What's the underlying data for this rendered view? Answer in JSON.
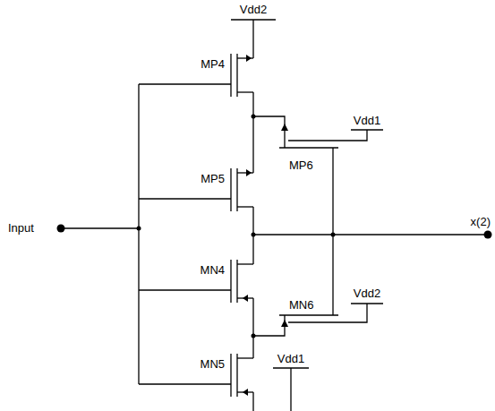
{
  "diagram": {
    "labels": [
      "Vdd2",
      "MP4",
      "MP5",
      "MP6",
      "Vdd1",
      "x(2)",
      "Input",
      "MN4",
      "MN6",
      "Vdd2",
      "MN5",
      "Vdd1"
    ]
  }
}
